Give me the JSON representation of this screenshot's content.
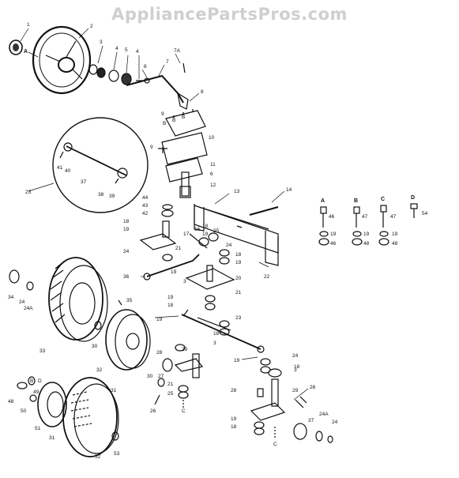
{
  "watermark": "AppliancePartsPros.com",
  "callouts": {
    "c1": "1",
    "c2": "2",
    "cA": "A",
    "c3": "3",
    "c4a": "4",
    "c5": "5",
    "c4b": "4",
    "c6": "6",
    "c7a": "7A",
    "c7": "7",
    "c8": "8",
    "c9": "9",
    "cB1": "B",
    "cB2": "B",
    "cB3": "B",
    "c10": "10",
    "c9b": "9",
    "c11": "11",
    "c6b": "6",
    "c12": "12",
    "c13": "13",
    "c14": "14",
    "c23": "23",
    "c41": "41",
    "c40": "40",
    "c37": "37",
    "c38": "38",
    "c39": "39",
    "c44": "44",
    "c43": "43",
    "c42": "42",
    "c18a": "18",
    "c19a": "19",
    "c18b": "18",
    "c19b": "19",
    "c17": "17",
    "c16": "16",
    "c25": "25",
    "c24a": "24",
    "c21a": "21",
    "c19c": "19",
    "c36": "36",
    "c22": "22",
    "c18c": "18",
    "c19d": "19",
    "c24b": "24",
    "c3b": "3",
    "c20": "20",
    "c19e": "19",
    "c18d": "18",
    "c21b": "21",
    "c35": "35",
    "c34": "34",
    "c24c": "24",
    "c24A": "24A",
    "c33": "33",
    "c30a": "30",
    "c32": "32",
    "c19f": "19",
    "c23b": "23",
    "c18e": "18",
    "c3c": "3",
    "c24d": "24",
    "c19g": "19",
    "c18f": "18",
    "c3d": "3",
    "c28": "28",
    "c29a": "29",
    "c27": "27",
    "c30b": "30",
    "c31a": "31",
    "c26a": "26",
    "c21c": "21",
    "c25b": "25",
    "c48": "48",
    "c50": "50",
    "cB4": "B",
    "cD": "D",
    "c49": "49",
    "c51": "51",
    "c31b": "31",
    "c52": "52",
    "c53": "53",
    "c28b": "28",
    "c29b": "29",
    "c26b": "26",
    "c19h": "19",
    "c18g": "18",
    "cC1": "C",
    "cC2": "C",
    "c24e": "24",
    "c24Ab": "24A",
    "c37b": "37",
    "kA": "A",
    "k46": "46",
    "k19a": "19",
    "k46b": "46",
    "kB": "B",
    "k47": "47",
    "k19b": "19",
    "k48a": "48",
    "kC": "C",
    "k47b": "47",
    "k19c": "19",
    "k48b": "48",
    "kD": "D",
    "k54": "54"
  }
}
